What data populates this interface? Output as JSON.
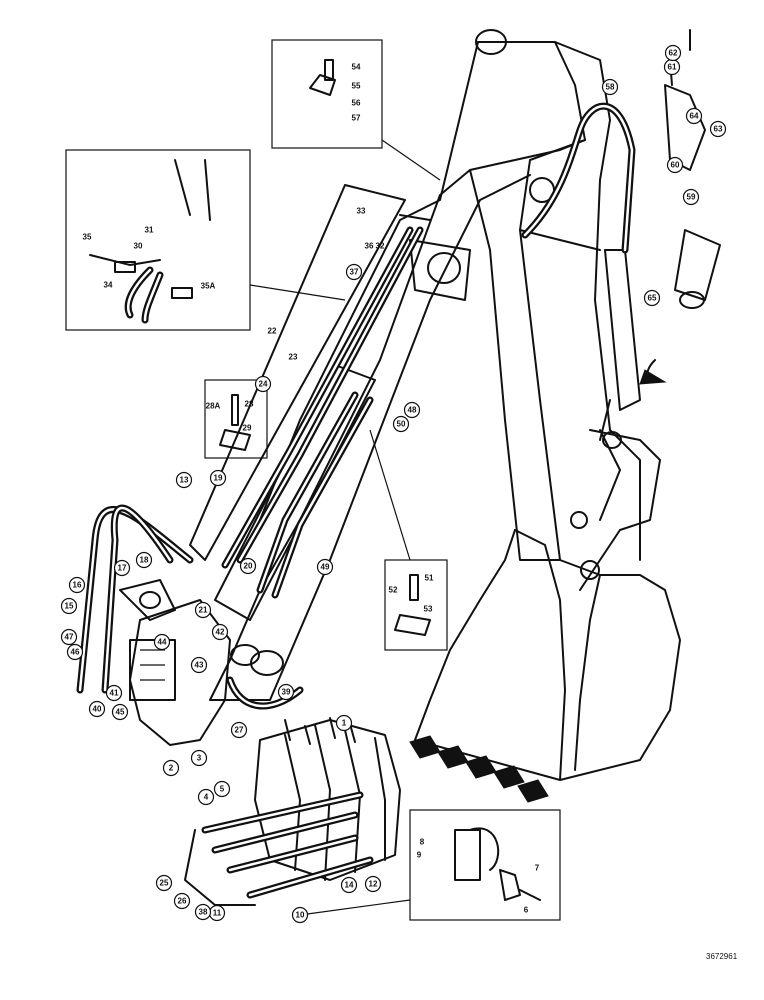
{
  "diagram": {
    "catalog_number": "3672961",
    "callouts": [
      "1",
      "2",
      "3",
      "4",
      "5",
      "6",
      "7",
      "8",
      "9",
      "10",
      "11",
      "12",
      "13",
      "14",
      "15",
      "16",
      "17",
      "18",
      "19",
      "20",
      "21",
      "22",
      "23",
      "24",
      "25",
      "26",
      "27",
      "28",
      "28A",
      "29",
      "30",
      "31",
      "32",
      "33",
      "34",
      "35",
      "35A",
      "36",
      "37",
      "38",
      "39",
      "40",
      "41",
      "42",
      "43",
      "44",
      "45",
      "46",
      "47",
      "48",
      "49",
      "50",
      "51",
      "52",
      "53",
      "54",
      "55",
      "56",
      "57",
      "58",
      "59",
      "60",
      "61",
      "62",
      "63",
      "64",
      "65"
    ]
  }
}
